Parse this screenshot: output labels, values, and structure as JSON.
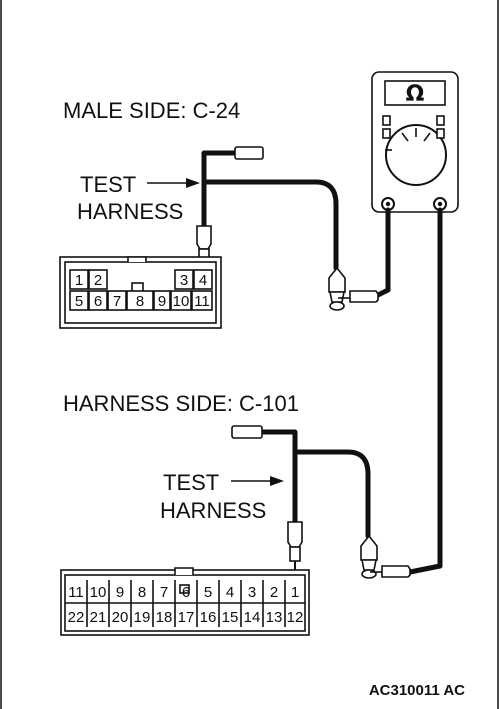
{
  "upper": {
    "title": "MALE SIDE: C-24",
    "test_harness_line1": "TEST",
    "test_harness_line2": "HARNESS",
    "pins_top": [
      "1",
      "2",
      "3",
      "4"
    ],
    "pins_bottom": [
      "5",
      "6",
      "7",
      "8",
      "9",
      "10",
      "11"
    ]
  },
  "lower": {
    "title": "HARNESS SIDE: C-101",
    "test_harness_line1": "TEST",
    "test_harness_line2": "HARNESS",
    "pins_top": [
      "11",
      "10",
      "9",
      "8",
      "7",
      "6",
      "5",
      "4",
      "3",
      "2",
      "1"
    ],
    "pins_bottom": [
      "22",
      "21",
      "20",
      "19",
      "18",
      "17",
      "16",
      "15",
      "14",
      "13",
      "12"
    ]
  },
  "meter": {
    "symbol": "Ω"
  },
  "figure_code": "AC310011 AC"
}
